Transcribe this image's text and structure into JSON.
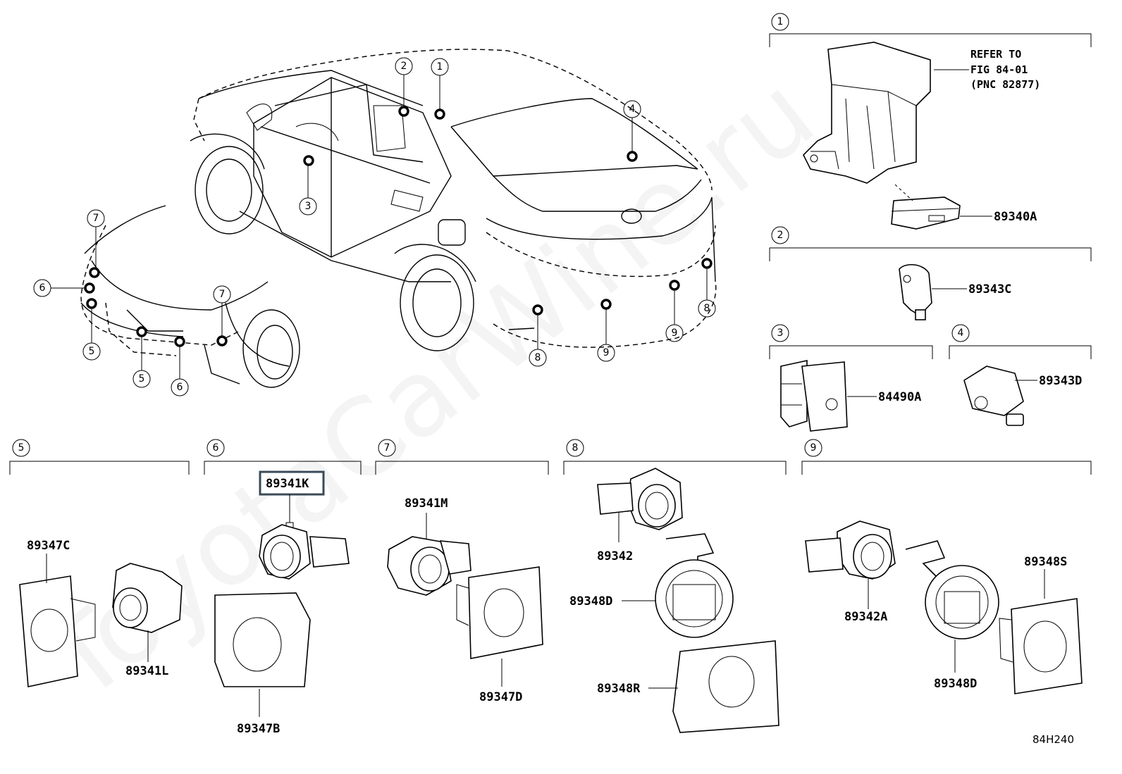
{
  "diagram_code": "84H240",
  "watermark": "ToyotaCarWine.ru",
  "reference_note": {
    "line1": "REFER TO",
    "line2": "FIG 84-01",
    "line3": "(PNC 82877)"
  },
  "callouts": [
    "1",
    "2",
    "3",
    "4",
    "5",
    "6",
    "7",
    "8",
    "9"
  ],
  "sections": {
    "s1": {
      "number": "1",
      "parts": [
        "89340A"
      ]
    },
    "s2": {
      "number": "2",
      "parts": [
        "89343C"
      ]
    },
    "s3": {
      "number": "3",
      "parts": [
        "84490A"
      ]
    },
    "s4": {
      "number": "4",
      "parts": [
        "89343D"
      ]
    },
    "s5": {
      "number": "5",
      "parts": [
        "89347C",
        "89341L"
      ]
    },
    "s6": {
      "number": "6",
      "parts": [
        "89341K",
        "89347B"
      ]
    },
    "s7": {
      "number": "7",
      "parts": [
        "89341M",
        "89347D"
      ]
    },
    "s8": {
      "number": "8",
      "parts": [
        "89342",
        "89348D",
        "89348R"
      ]
    },
    "s9": {
      "number": "9",
      "parts": [
        "89342A",
        "89348D",
        "89348S"
      ]
    }
  },
  "highlighted_part": "89341K"
}
